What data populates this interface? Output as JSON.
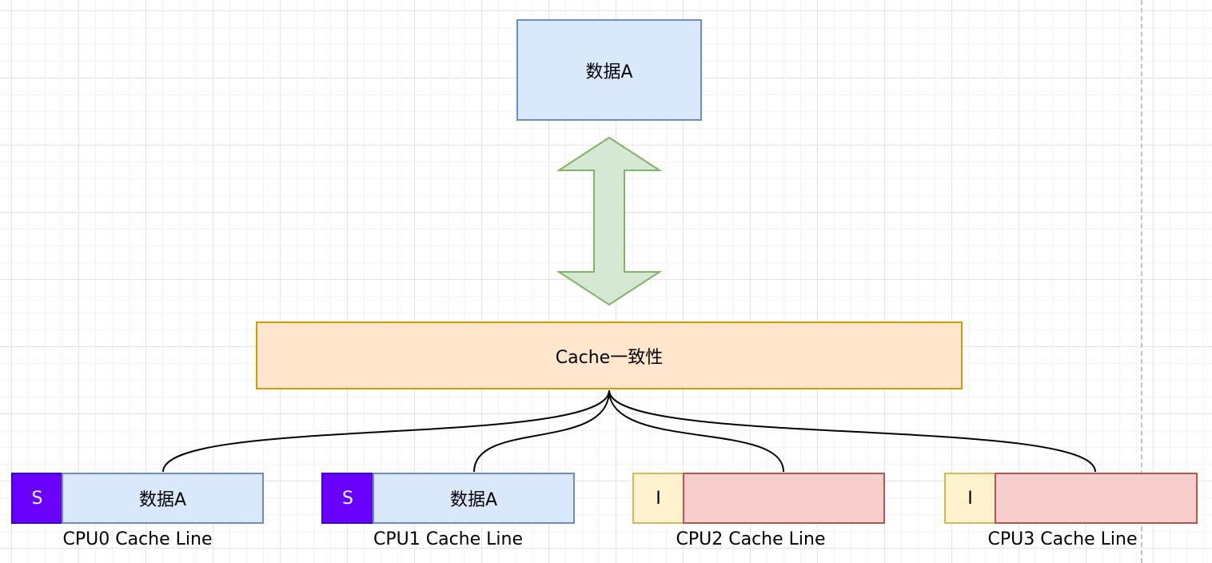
{
  "memory_box": {
    "label": "数据A"
  },
  "coherence_box": {
    "label": "Cache一致性"
  },
  "cpus": [
    {
      "state": "S",
      "data": "数据A",
      "caption": "CPU0 Cache Line"
    },
    {
      "state": "S",
      "data": "数据A",
      "caption": "CPU1 Cache Line"
    },
    {
      "state": "I",
      "data": "",
      "caption": "CPU2 Cache Line"
    },
    {
      "state": "I",
      "data": "",
      "caption": "CPU3 Cache Line"
    }
  ],
  "colors": {
    "blue_fill": "#dae8fc",
    "blue_stroke": "#6c8ebf",
    "orange_fill": "#ffe6cc",
    "orange_stroke": "#d79b00",
    "green_fill": "#d5e8d4",
    "green_stroke": "#82b366",
    "shared_state": "#6a00ff",
    "invalid_state": "#fff2cc",
    "invalid_data": "#f8cecc"
  }
}
